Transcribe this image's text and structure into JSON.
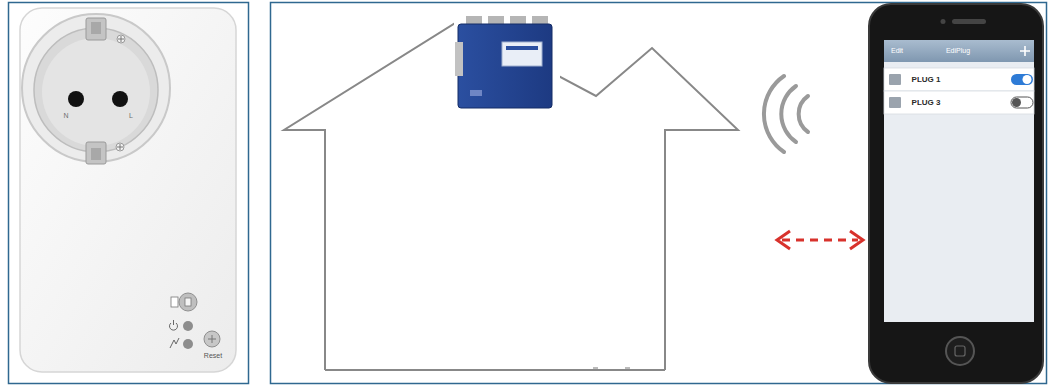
{
  "diagram": {
    "labels": [
      "N",
      "L",
      "Reset",
      "Edit",
      "EdiPlug",
      "PLUG 1",
      "PLUG 3"
    ]
  }
}
